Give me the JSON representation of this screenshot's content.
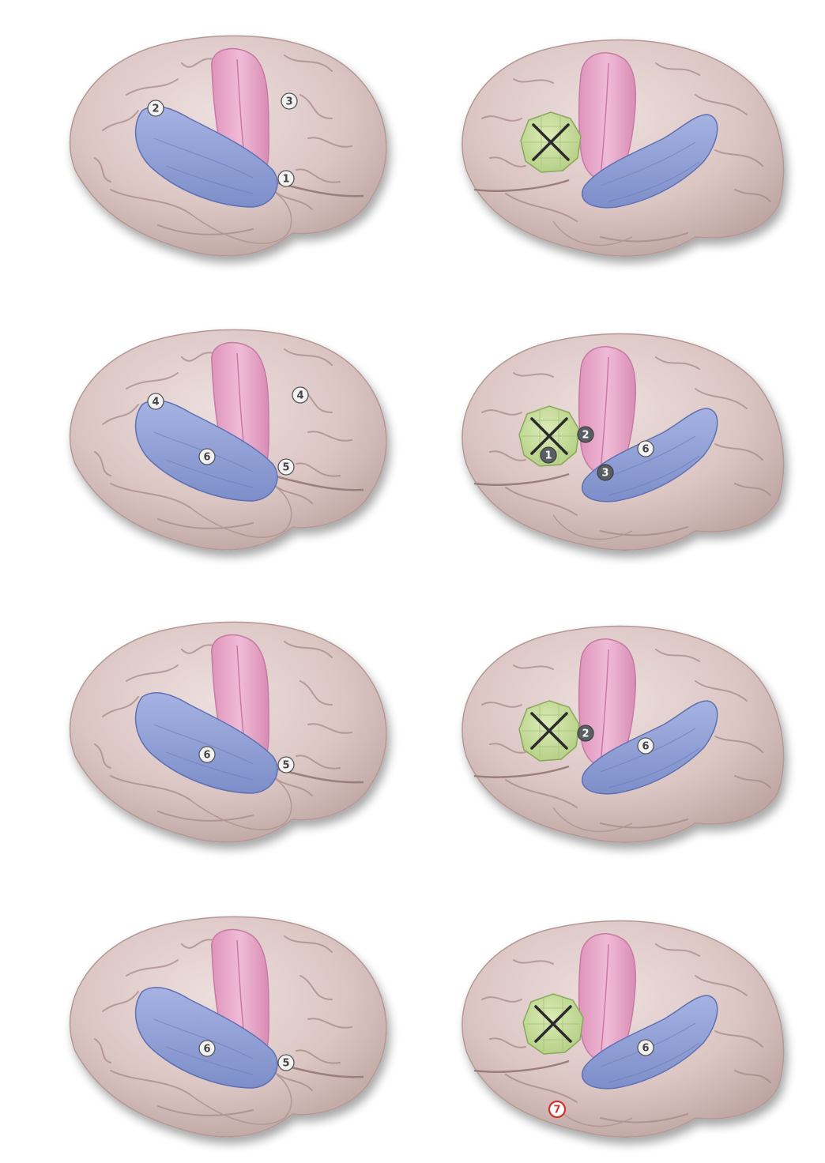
{
  "figure": {
    "rows": [
      {
        "left": {
          "labels": [
            "2",
            "3",
            "1"
          ],
          "lesion": false
        },
        "right": {
          "labels": [],
          "lesion": true
        }
      },
      {
        "left": {
          "labels": [
            "4",
            "4",
            "6",
            "5"
          ],
          "lesion": false
        },
        "right": {
          "labels": [
            "2",
            "1",
            "6",
            "3"
          ],
          "lesion": true
        }
      },
      {
        "left": {
          "labels": [
            "6",
            "5"
          ],
          "lesion": false
        },
        "right": {
          "labels": [
            "2",
            "6"
          ],
          "lesion": true
        }
      },
      {
        "left": {
          "labels": [
            "6",
            "5"
          ],
          "lesion": false
        },
        "right": {
          "labels": [
            "6",
            "7"
          ],
          "lesion": true
        }
      }
    ]
  },
  "colors": {
    "brain": "#dcc6c4",
    "brain_shadow": "#b89f9c",
    "sulcus": "#a88a87",
    "motor_cortex": "#e7a9c9",
    "temporal_region": "#8f9fd6",
    "lesion": "#c4dd9a",
    "badge_light": "#f2f2f2",
    "badge_dark": "#5a5e63",
    "badge_red_ring": "#d0342c"
  }
}
